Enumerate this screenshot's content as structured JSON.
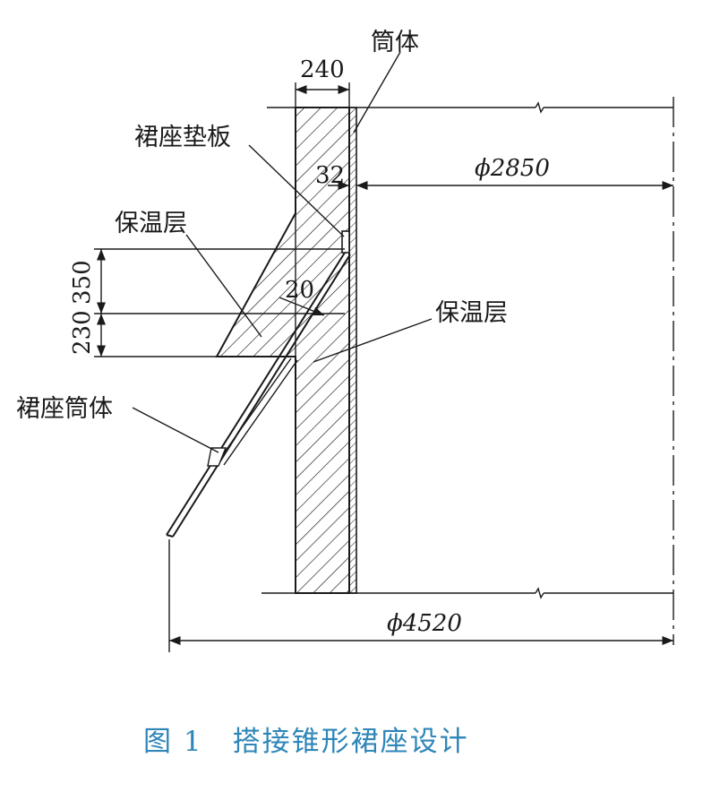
{
  "labels": {
    "shell": "筒体",
    "skirt_pad": "裙座垫板",
    "insulation_left": "保温层",
    "insulation_right": "保温层",
    "skirt_shell": "裙座筒体"
  },
  "dimensions": {
    "width_240": "240",
    "thickness_32": "32",
    "angle_20": "20",
    "diameter_2850": "ϕ2850",
    "diameter_4520": "ϕ4520",
    "height_350": "350",
    "height_230": "230"
  },
  "caption": "图 1　搭接锥形裙座设计"
}
